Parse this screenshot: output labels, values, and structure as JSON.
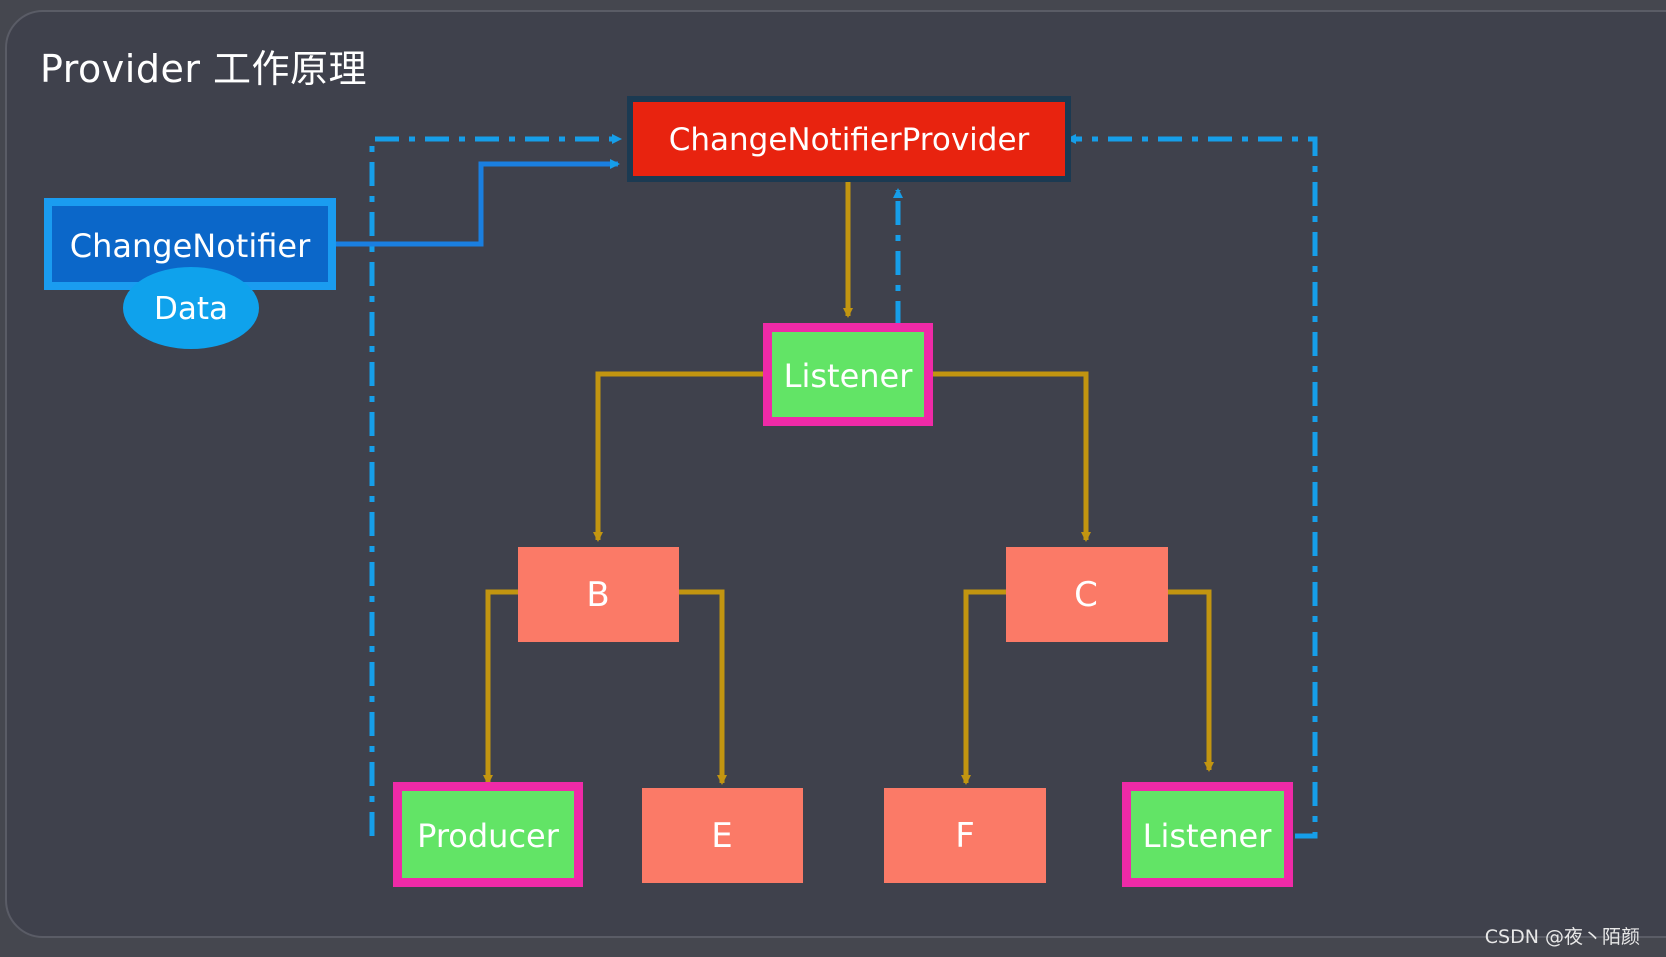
{
  "title": "Provider 工作原理",
  "watermark": "CSDN @夜丶陌颜",
  "colors": {
    "background": "#3f414c",
    "provider_fill": "#e8230f",
    "provider_border": "#1b3a52",
    "notifier_fill": "#0b67c9",
    "notifier_border": "#1a9cf0",
    "data_fill": "#0fa2ec",
    "listener_fill": "#62e466",
    "listener_border": "#ef2aa7",
    "widget_fill": "#fb7a67",
    "tree_arrow": "#c29510",
    "notify_arrow": "#169ee9"
  },
  "nodes": {
    "provider": "ChangeNotifierProvider",
    "change_notifier": "ChangeNotifier",
    "data": "Data",
    "listener_top": "Listener",
    "b": "B",
    "c": "C",
    "producer": "Producer",
    "e": "E",
    "f": "F",
    "listener_bottom": "Listener"
  }
}
